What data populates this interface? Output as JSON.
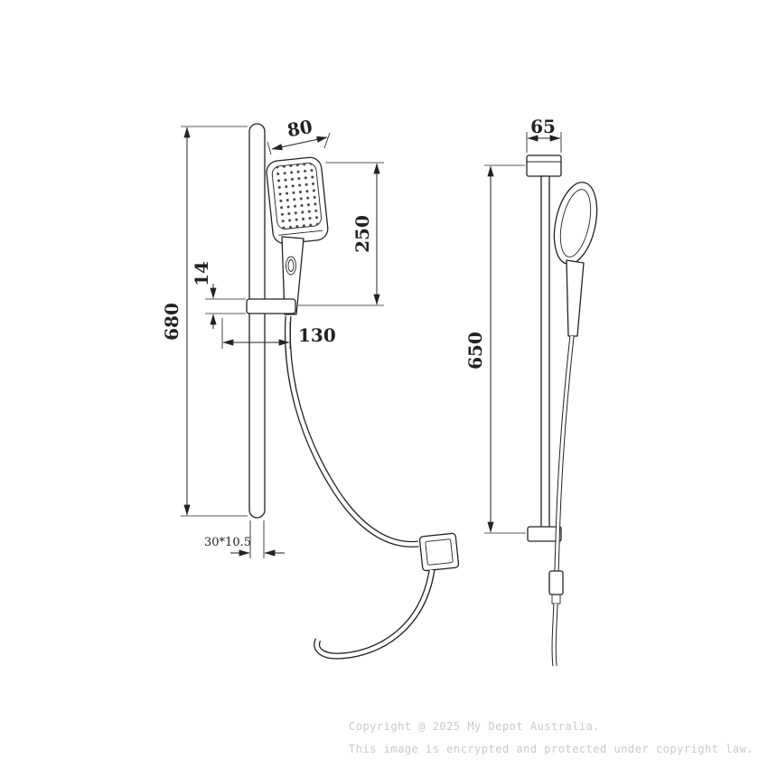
{
  "colors": {
    "background": "#ffffff",
    "line": "#222222",
    "watermark": "#c9c9c9"
  },
  "front_view": {
    "dimensions": {
      "head_width": "80",
      "head_length": "250",
      "slider_thickness": "14",
      "hose_offset": "130",
      "rail_length": "680",
      "rail_profile": "30*10.5"
    }
  },
  "side_view": {
    "dimensions": {
      "bracket_depth": "65",
      "rail_height": "650"
    }
  },
  "watermark": {
    "line1": "Copyright @ 2025 My Depot Australia.",
    "line2": "This image is encrypted and protected under copyright law."
  }
}
